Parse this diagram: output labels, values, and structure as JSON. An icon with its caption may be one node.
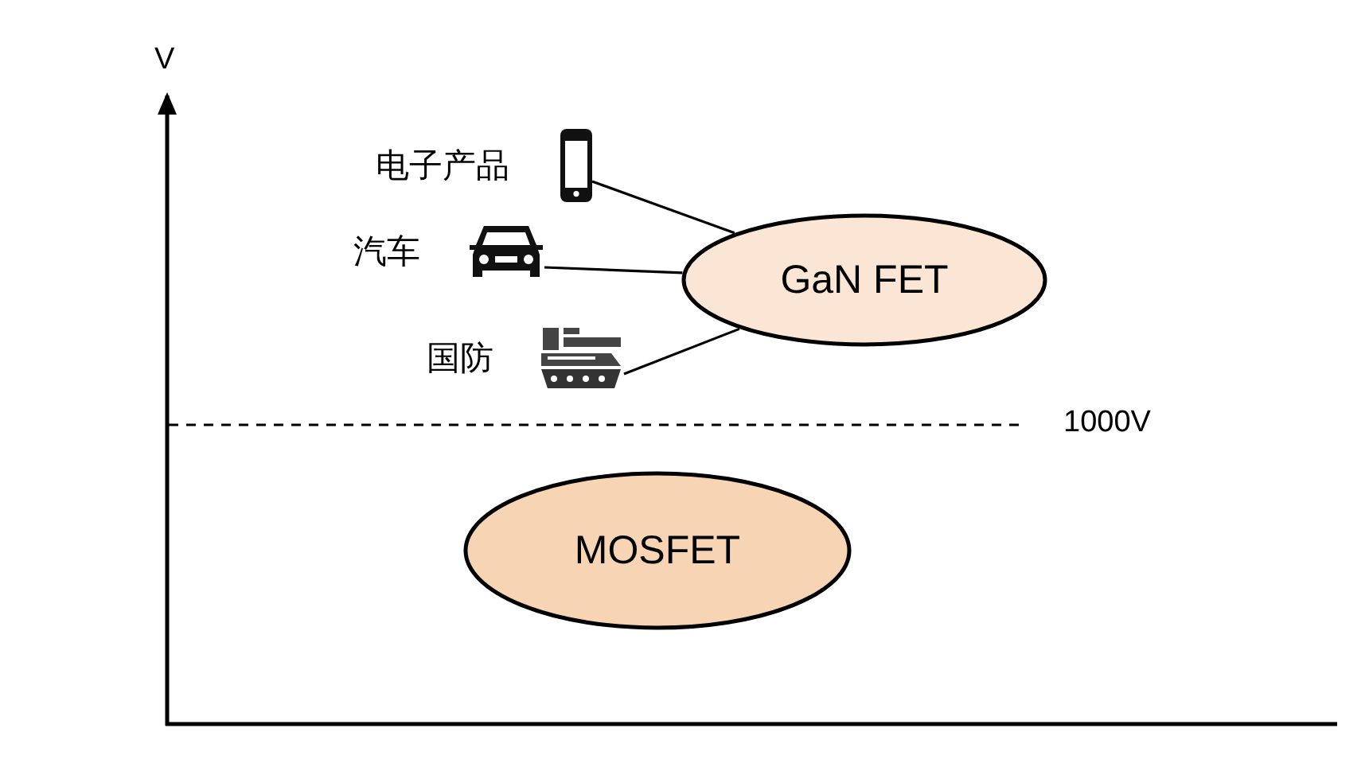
{
  "diagram": {
    "nodes": [
      {
        "text": [
          "电子产品"
        ]
      },
      {
        "text": [
          "汽车"
        ]
      },
      {
        "text": [
          "国防"
        ]
      },
      {
        "text": [
          "GaN FET"
        ]
      },
      {
        "text": [
          "MOSFET"
        ]
      }
    ],
    "edges": [
      {
        "from": 0,
        "to": 3,
        "arrow": "none"
      },
      {
        "from": 1,
        "to": 3,
        "arrow": "none"
      },
      {
        "from": 2,
        "to": 3,
        "arrow": "none"
      }
    ],
    "labels": [
      "V",
      "1000V"
    ]
  }
}
